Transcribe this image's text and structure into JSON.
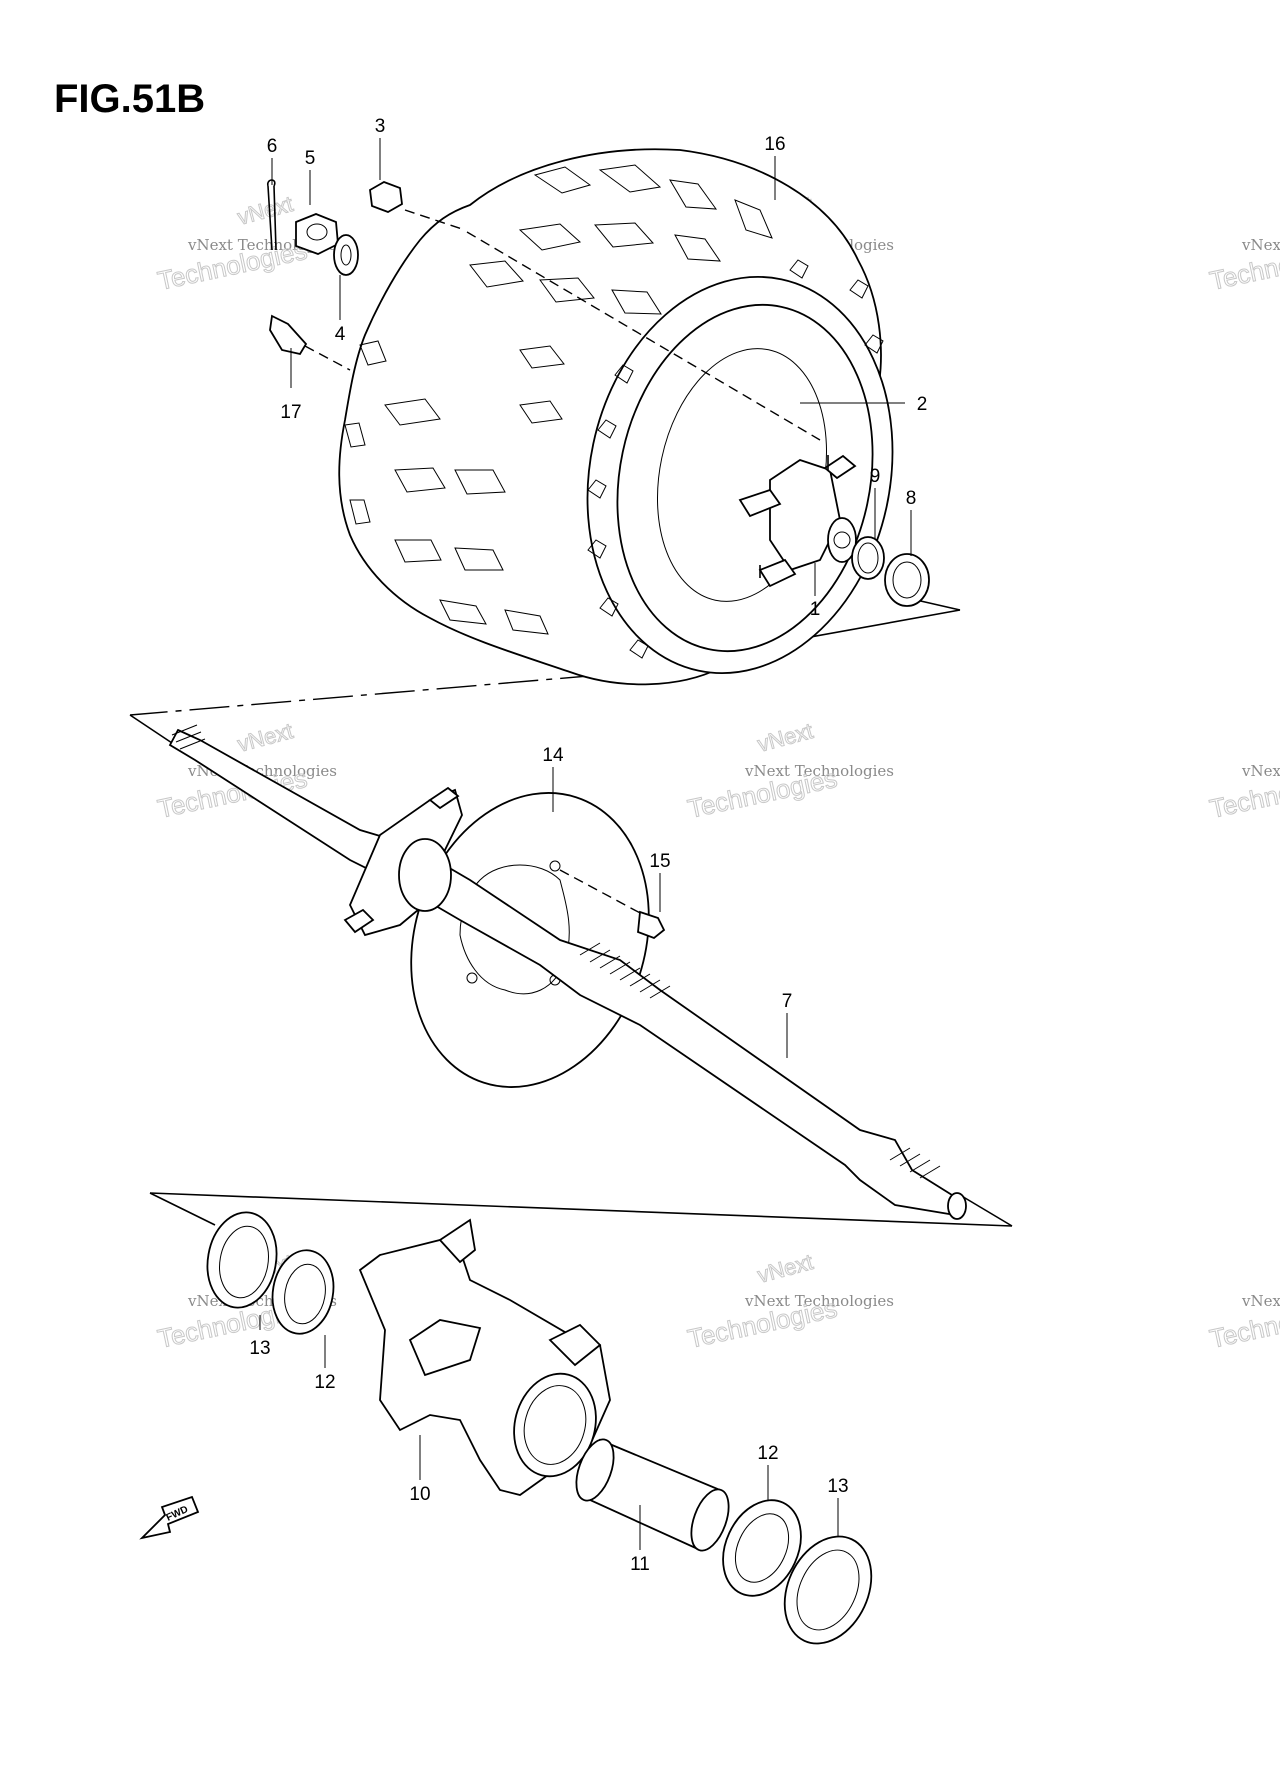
{
  "figure_title": "FIG.51B",
  "fwd_label": "FWD",
  "watermark": {
    "line1": "vNext Technologies",
    "line2": "Technologies",
    "line3": "vNext"
  },
  "callouts": {
    "c1": "1",
    "c2": "2",
    "c3": "3",
    "c4": "4",
    "c5": "5",
    "c6": "6",
    "c7": "7",
    "c8": "8",
    "c9": "9",
    "c10": "10",
    "c11": "11",
    "c12a": "12",
    "c12b": "12",
    "c13a": "13",
    "c13b": "13",
    "c14": "14",
    "c15": "15",
    "c16": "16",
    "c17": "17"
  }
}
